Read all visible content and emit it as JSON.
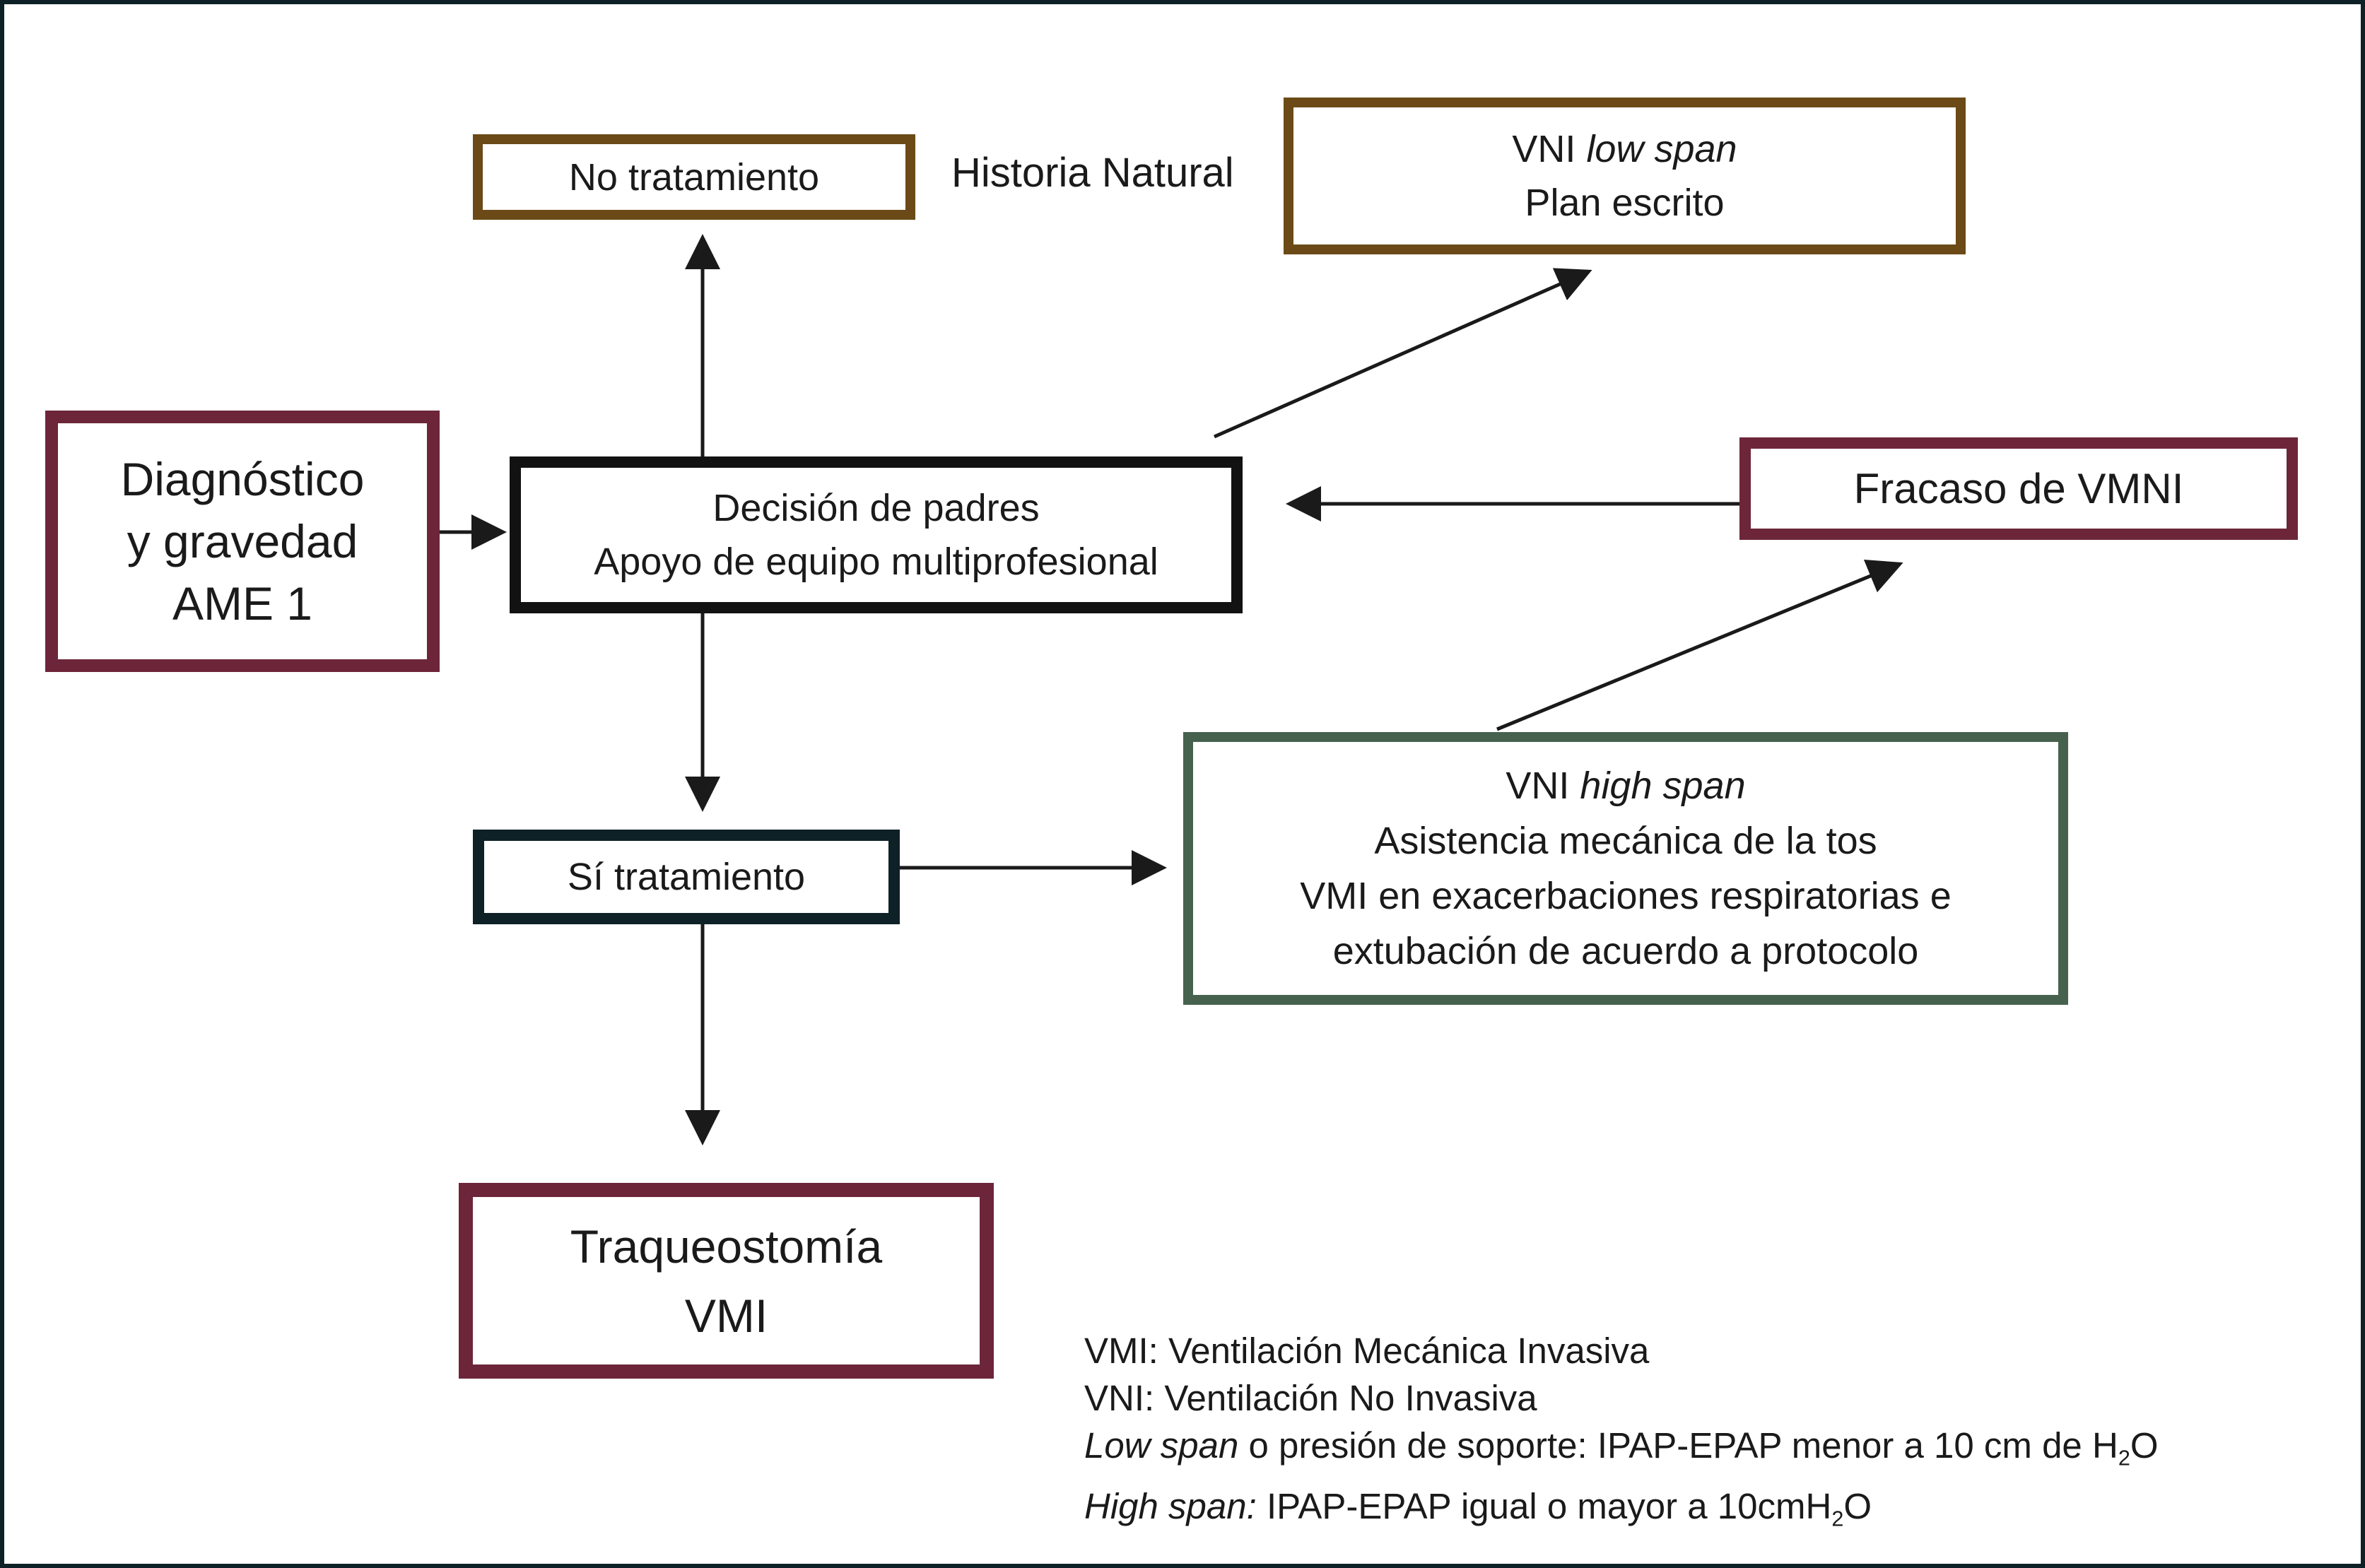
{
  "diagram": {
    "boxes": {
      "no_treatment": {
        "label": "No tratamiento",
        "border_color": "#6B4A17"
      },
      "vni_low_span": {
        "line1_prefix": "VNI ",
        "line1_italic": "low span",
        "line2": "Plan escrito",
        "border_color": "#6B4A17"
      },
      "diagnosis": {
        "line1": "Diagnóstico",
        "line2": "y gravedad",
        "line3": "AME 1",
        "border_color": "#6D2639"
      },
      "parents_decision": {
        "line1": "Decisión de padres",
        "line2": "Apoyo de equipo multiprofesional",
        "border_color": "#121212"
      },
      "vmni_failure": {
        "label": "Fracaso de VMNI",
        "border_color": "#6D2639"
      },
      "yes_treatment": {
        "label": "Sí tratamiento",
        "border_color": "#0D2127"
      },
      "vni_high_span": {
        "line1_prefix": "VNI ",
        "line1_italic": "high span",
        "line2": "Asistencia mecánica de la tos",
        "line3": "VMI en exacerbaciones respiratorias e",
        "line4": "extubación de acuerdo a protocolo",
        "border_color": "#46624F"
      },
      "tracheostomy": {
        "line1": "Traqueostomía",
        "line2": "VMI",
        "border_color": "#6D2639"
      }
    },
    "floating_label": {
      "text": "Historia Natural"
    },
    "legend": {
      "line1": "VMI: Ventilación Mecánica Invasiva",
      "line2": "VNI: Ventilación No Invasiva",
      "line3_italic": "Low span",
      "line3_text": " o presión de soporte: IPAP-EPAP menor a 10 cm de H",
      "line3_sub": "2",
      "line3_end": "O",
      "line4_italic": "High span:",
      "line4_text": " IPAP-EPAP igual o mayor a 10cmH",
      "line4_sub": "2",
      "line4_end": "O"
    },
    "colors": {
      "background": "#FFFFFF",
      "outer_border": "#0D2127",
      "arrow": "#1A1A1A",
      "brown": "#6B4A17",
      "maroon": "#6D2639",
      "black": "#121212",
      "teal": "#0D2127",
      "green": "#46624F",
      "text": "#1A1A1A"
    }
  }
}
